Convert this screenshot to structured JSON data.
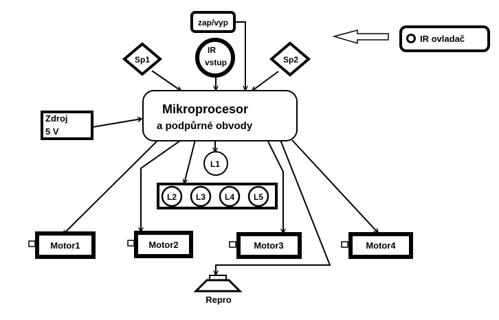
{
  "blocks": {
    "switch": "zap/vyp",
    "ir_input_line1": "IR",
    "ir_input_line2": "vstup",
    "sp1": "Sp1",
    "sp2": "Sp2",
    "ir_remote": "IR ovladač",
    "mcu_line1": "Mikroprocesor",
    "mcu_line2": "a podpůrné obvody",
    "power_line1": "Zdroj",
    "power_line2": "5 V",
    "l1": "L1",
    "l2": "L2",
    "l3": "L3",
    "l4": "L4",
    "l5": "L5",
    "motor1": "Motor1",
    "motor2": "Motor2",
    "motor3": "Motor3",
    "motor4": "Motor4",
    "speaker": "Repro"
  }
}
